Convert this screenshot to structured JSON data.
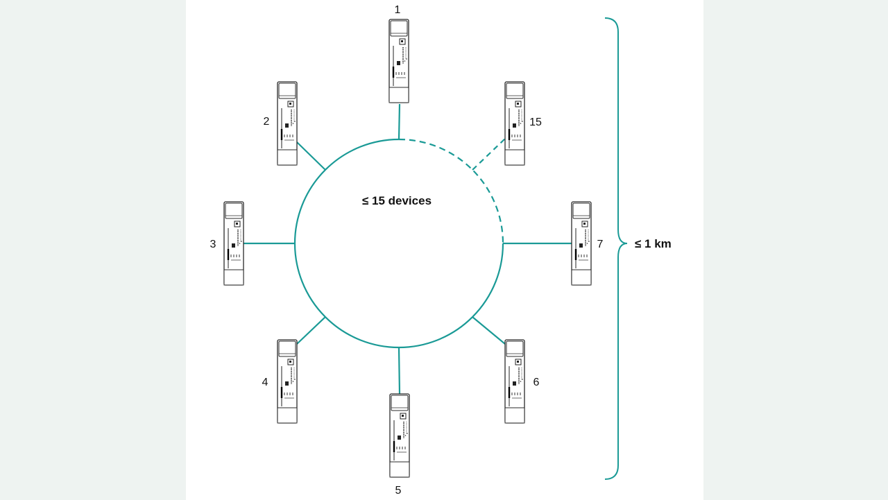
{
  "diagram": {
    "center_label": "≤ 15 devices",
    "range_label": "≤ 1 km",
    "colors": {
      "ring": "#1a9a96",
      "device_stroke": "#2a2a2a",
      "device_fill": "#ffffff",
      "text": "#111111",
      "canvas": "#ffffff",
      "side_background": "#eef3f1"
    },
    "devices": [
      {
        "label": "1",
        "connection": "solid"
      },
      {
        "label": "2",
        "connection": "solid"
      },
      {
        "label": "3",
        "connection": "solid"
      },
      {
        "label": "4",
        "connection": "solid"
      },
      {
        "label": "5",
        "connection": "solid"
      },
      {
        "label": "6",
        "connection": "solid"
      },
      {
        "label": "7",
        "connection": "solid"
      },
      {
        "label": "15",
        "connection": "dashed"
      }
    ],
    "ring_segment_to_device_15": "dashed"
  }
}
